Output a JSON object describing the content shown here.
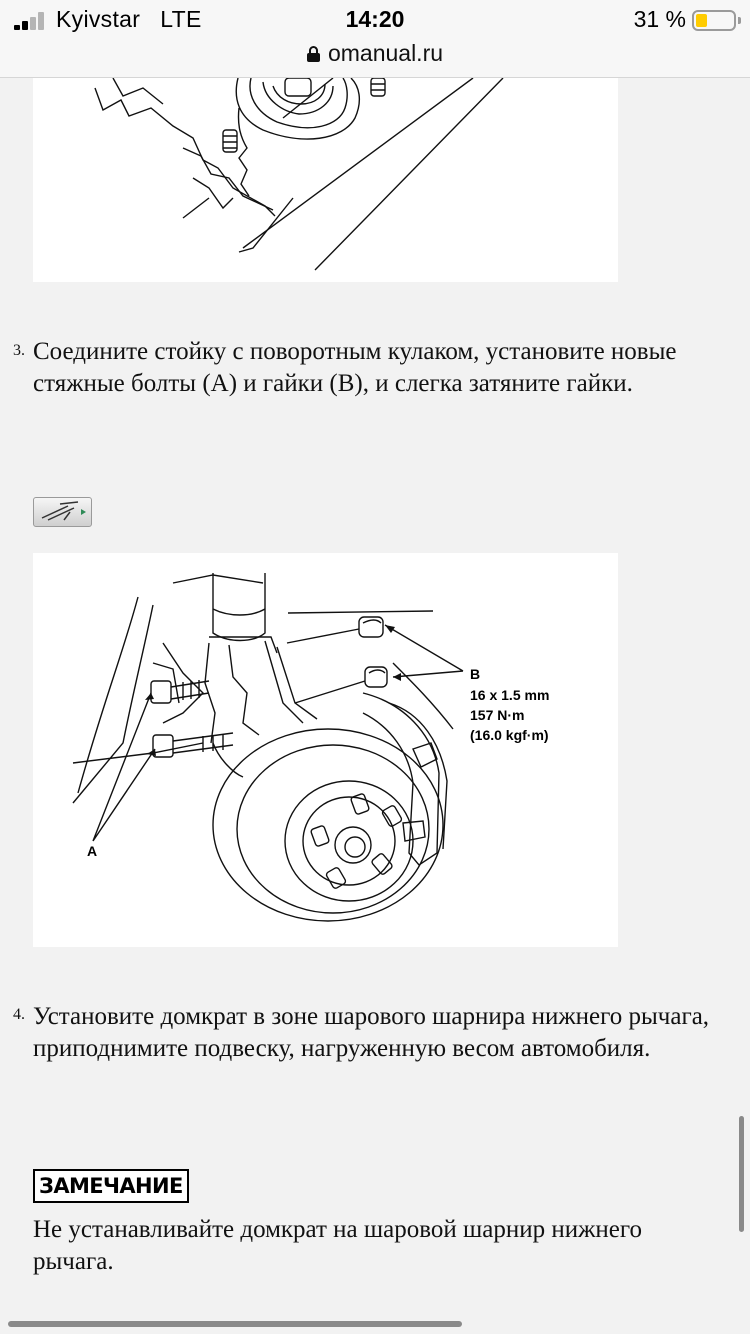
{
  "status_bar": {
    "carrier": "Kyivstar",
    "network": "LTE",
    "time": "14:20",
    "battery_percent": "31 %",
    "battery_level": 0.31,
    "battery_color": "#ffcc00",
    "url": "omanual.ru"
  },
  "steps": [
    {
      "number": "3.",
      "text": "Соедините стойку с поворотным кулаком, установите новые стяжные болты (A) и гайки (B), и слегка затяните гайки."
    },
    {
      "number": "4.",
      "text": "Установите домкрат в зоне шарового шарнира нижнего рычага, приподнимите подвеску, нагруженную весом автомобиля."
    }
  ],
  "figure2": {
    "label_a": "A",
    "label_b": "B",
    "spec_line1": "16 x 1.5 mm",
    "spec_line2": "157 N·m",
    "spec_line3": "(16.0 kgf·m)"
  },
  "notice": {
    "badge": "ЗАМЕЧАНИЕ",
    "text": "Не устанавливайте домкрат на шаровой шарнир нижнего рычага."
  }
}
